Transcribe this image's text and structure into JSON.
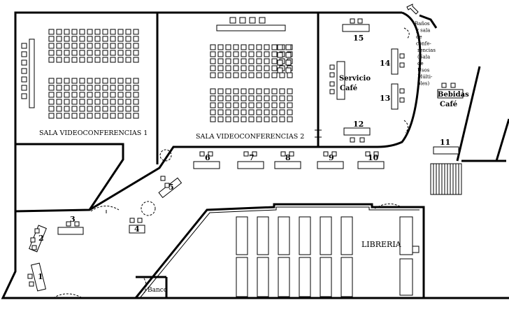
{
  "rooms": {
    "sala1": "SALA VIDEOCONFERENCIAS 1",
    "sala2": "SALA VIDEOCONFERENCIAS 2",
    "servicio_line1": "Servicio",
    "servicio_line2": "Café",
    "libreria": "LIBRERIA",
    "bebidas_line1": "Bebidas",
    "bebidas_line2": "Café",
    "banco": "Banco",
    "banos": [
      "Baños",
      "y sala",
      "de",
      "confe-",
      "rencias",
      "(Sala",
      "de",
      "Usos",
      "Múlti-",
      "ples)"
    ]
  },
  "stands": {
    "s1": "1",
    "s2": "2",
    "s3": "3",
    "s4": "4",
    "s5": "5",
    "s6": "6",
    "s7": "7",
    "s8": "8",
    "s9": "9",
    "s10": "10",
    "s11": "11",
    "s12": "12",
    "s13": "13",
    "s14": "14",
    "s15": "15"
  }
}
